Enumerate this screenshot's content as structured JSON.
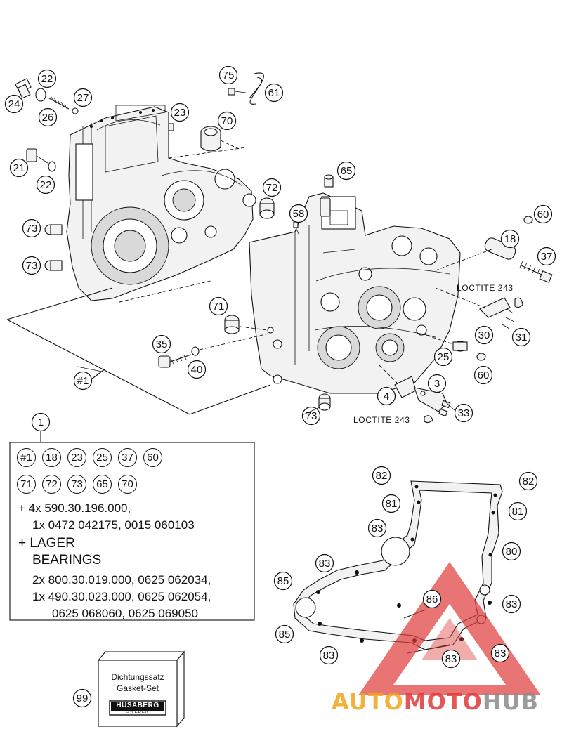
{
  "callouts": {
    "c22a": "22",
    "c24": "24",
    "c27": "27",
    "c26": "26",
    "c21": "21",
    "c22b": "22",
    "c23": "23",
    "c75": "75",
    "c61": "61",
    "c70": "70",
    "c65": "65",
    "c72": "72",
    "c58": "58",
    "c60a": "60",
    "c18": "18",
    "c37": "37",
    "c73a": "73",
    "c73b": "73",
    "c71": "71",
    "c30": "30",
    "c31": "31",
    "c35": "35",
    "c40": "40",
    "c25": "25",
    "c60b": "60",
    "c1hash": "#1",
    "c3": "3",
    "c4": "4",
    "c33": "33",
    "c73c": "73",
    "c1": "1",
    "c82a": "82",
    "c82b": "82",
    "c81a": "81",
    "c81b": "81",
    "c83a": "83",
    "c80": "80",
    "c83b": "83",
    "c85a": "85",
    "c86": "86",
    "c83c": "83",
    "c85b": "85",
    "c83d": "83",
    "c83e": "83",
    "c83f": "83",
    "c99": "99"
  },
  "notes": {
    "loctite_upper": "LOCTITE 243",
    "loctite_lower": "LOCTITE 243"
  },
  "kit_box": {
    "row1": [
      "#1",
      "18",
      "23",
      "25",
      "37",
      "60"
    ],
    "row2": [
      "71",
      "72",
      "73",
      "65",
      "70"
    ],
    "line1": "+ 4x 590.30.196.000,",
    "line2": "1x 0472 042175, 0015 060103",
    "line3": "+ LAGER",
    "line4": "BEARINGS",
    "line5": "2x 800.30.019.000, 0625 062034,",
    "line6": "1x 490.30.023.000, 0625 062054,",
    "line7": "0625 068060, 0625 069050"
  },
  "gasket_set": {
    "title_de": "Dichtungssatz",
    "title_en": "Gasket-Set",
    "brand": "HUSABERG",
    "brand_sub": "SWEDEN"
  },
  "watermark": {
    "text_a": "AUTO",
    "text_b": "MOTO",
    "text_c": "HUB",
    "colors": {
      "red": "#e03a3a",
      "orange": "#f2a41c",
      "grey": "#8a8a8a"
    }
  }
}
